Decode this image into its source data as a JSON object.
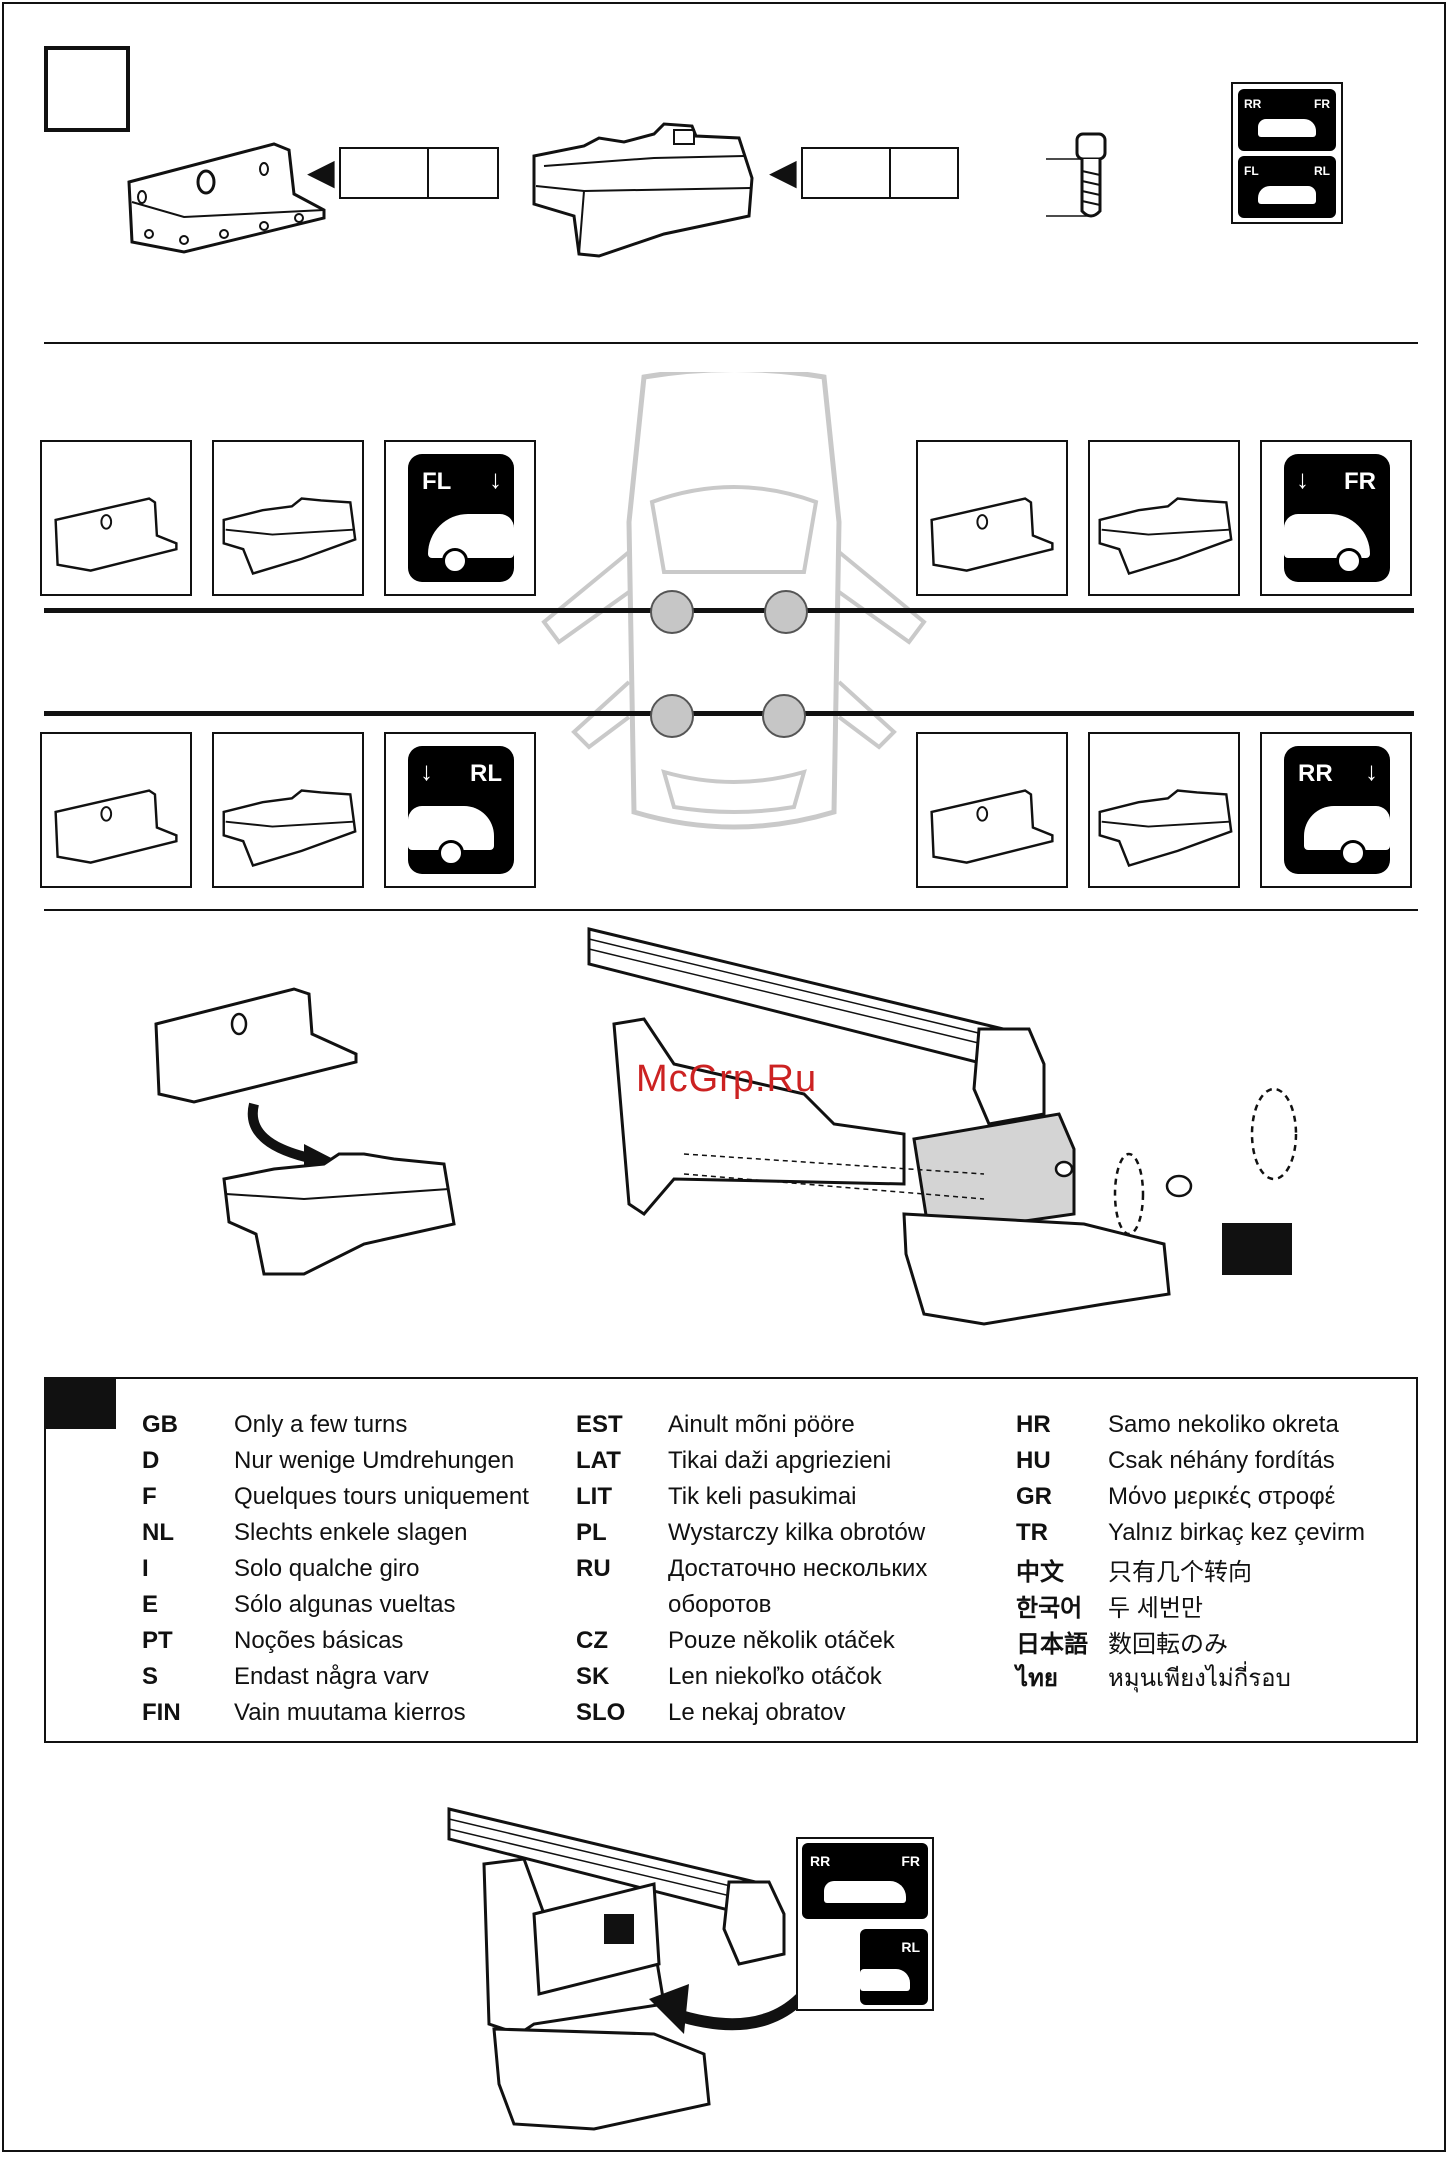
{
  "top_section": {
    "arrow_glyph": "◀",
    "badge_labels": {
      "rr": "RR",
      "fr": "FR",
      "fl": "FL",
      "rl": "RL"
    }
  },
  "positions": {
    "front_left": {
      "label": "FL"
    },
    "front_right": {
      "label": "FR"
    },
    "rear_left": {
      "label": "RL"
    },
    "rear_right": {
      "label": "RR"
    }
  },
  "watermark": "McGrp.Ru",
  "legend": {
    "columns": [
      [
        {
          "code": "GB",
          "text": "Only a few turns"
        },
        {
          "code": "D",
          "text": "Nur wenige Umdrehungen"
        },
        {
          "code": "F",
          "text": "Quelques tours uniquement"
        },
        {
          "code": "NL",
          "text": "Slechts enkele slagen"
        },
        {
          "code": "I",
          "text": "Solo qualche giro"
        },
        {
          "code": "E",
          "text": "Sólo algunas vueltas"
        },
        {
          "code": "PT",
          "text": "Noções básicas"
        },
        {
          "code": "S",
          "text": "Endast några varv"
        },
        {
          "code": "FIN",
          "text": "Vain muutama kierros"
        }
      ],
      [
        {
          "code": "EST",
          "text": "Ainult mõni pööre"
        },
        {
          "code": "LAT",
          "text": "Tikai daži apgriezieni"
        },
        {
          "code": "LIT",
          "text": "Tik keli pasukimai"
        },
        {
          "code": "PL",
          "text": "Wystarczy kilka obrotów"
        },
        {
          "code": "RU",
          "text": "Достаточно нескольких"
        },
        {
          "code": "",
          "text": "оборотов"
        },
        {
          "code": "CZ",
          "text": "Pouze několik otáček"
        },
        {
          "code": "SK",
          "text": "Len niekoľko otáčok"
        },
        {
          "code": "SLO",
          "text": "Le nekaj obratov"
        }
      ],
      [
        {
          "code": "HR",
          "text": "Samo nekoliko okreta"
        },
        {
          "code": "HU",
          "text": "Csak néhány fordítás"
        },
        {
          "code": "GR",
          "text": "Μόνο μερικές στροφέ"
        },
        {
          "code": "TR",
          "text": "Yalnız birkaç kez çevirm"
        },
        {
          "code": "中文",
          "text": "只有几个转向"
        },
        {
          "code": "한국어",
          "text": "두 세번만"
        },
        {
          "code": "日本語",
          "text": "数回転のみ"
        },
        {
          "code": "ไทย",
          "text": "หมุนเพียงไม่กี่รอบ"
        }
      ]
    ]
  }
}
